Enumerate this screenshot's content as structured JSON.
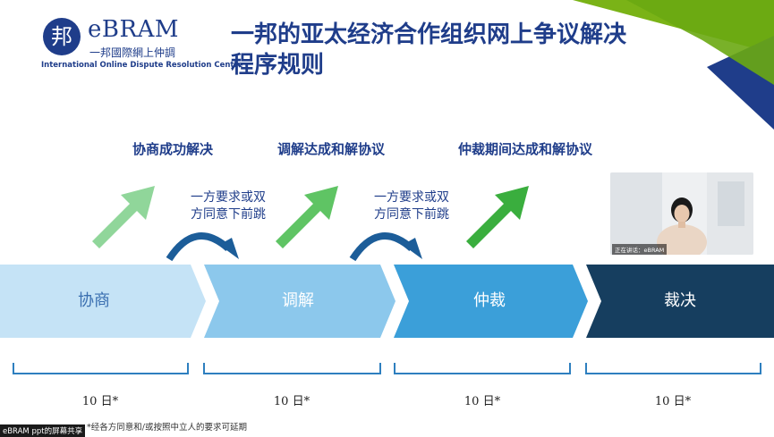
{
  "logo": {
    "mark": "邦",
    "brand": "eBRAM",
    "sub": "一邦國際網上仲調",
    "org": "International Online Dispute Resolution Centre"
  },
  "title": "一邦的亚太经济合作组织网上争议解决程序规则",
  "stages": [
    {
      "label": "协商",
      "days": "10 日*",
      "color": "#c5e3f6",
      "text_color": "#3a6fb0"
    },
    {
      "label": "调解",
      "days": "10 日*",
      "color": "#8cc8ec",
      "text_color": "#ffffff"
    },
    {
      "label": "仲裁",
      "days": "10 日*",
      "color": "#3b9fd9",
      "text_color": "#ffffff"
    },
    {
      "label": "裁决",
      "days": "10 日*",
      "color": "#163e5f",
      "text_color": "#ffffff"
    }
  ],
  "outcomes": [
    "协商成功解决",
    "调解达成和解协议",
    "仲裁期间达成和解协议"
  ],
  "skip_note": "一方要求或双方同意下前跳",
  "footnote": "*经各方同意和/或按照中立人的要求可延期",
  "video": {
    "caption": "正在讲话：eBRAM"
  },
  "share_tag": "eBRAM ppt的屏幕共享",
  "colors": {
    "primary": "#1f3d8a",
    "accent_green": "#7ab317",
    "arrow_light": "#90d69a",
    "arrow_mid": "#5fc464",
    "arrow_dark": "#3aae3e"
  }
}
